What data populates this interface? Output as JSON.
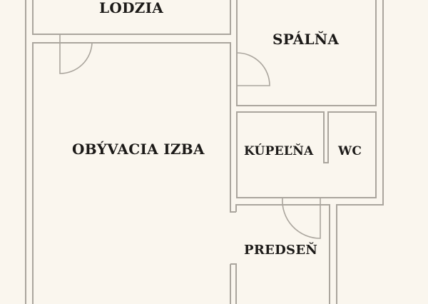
{
  "plan": {
    "background": "#faf6ee",
    "wall_color": "#aaa59d",
    "text_color": "#1c1a18",
    "rooms": [
      {
        "id": "lodzia",
        "label": "LODZIA"
      },
      {
        "id": "spalna",
        "label": "SPÁLŇA"
      },
      {
        "id": "obyvacia-izba",
        "label": "OBÝVACIA IZBA"
      },
      {
        "id": "kupelna",
        "label": "KÚPEĽŇA"
      },
      {
        "id": "wc",
        "label": "WC"
      },
      {
        "id": "predsen",
        "label": "PREDSEŇ"
      }
    ]
  }
}
